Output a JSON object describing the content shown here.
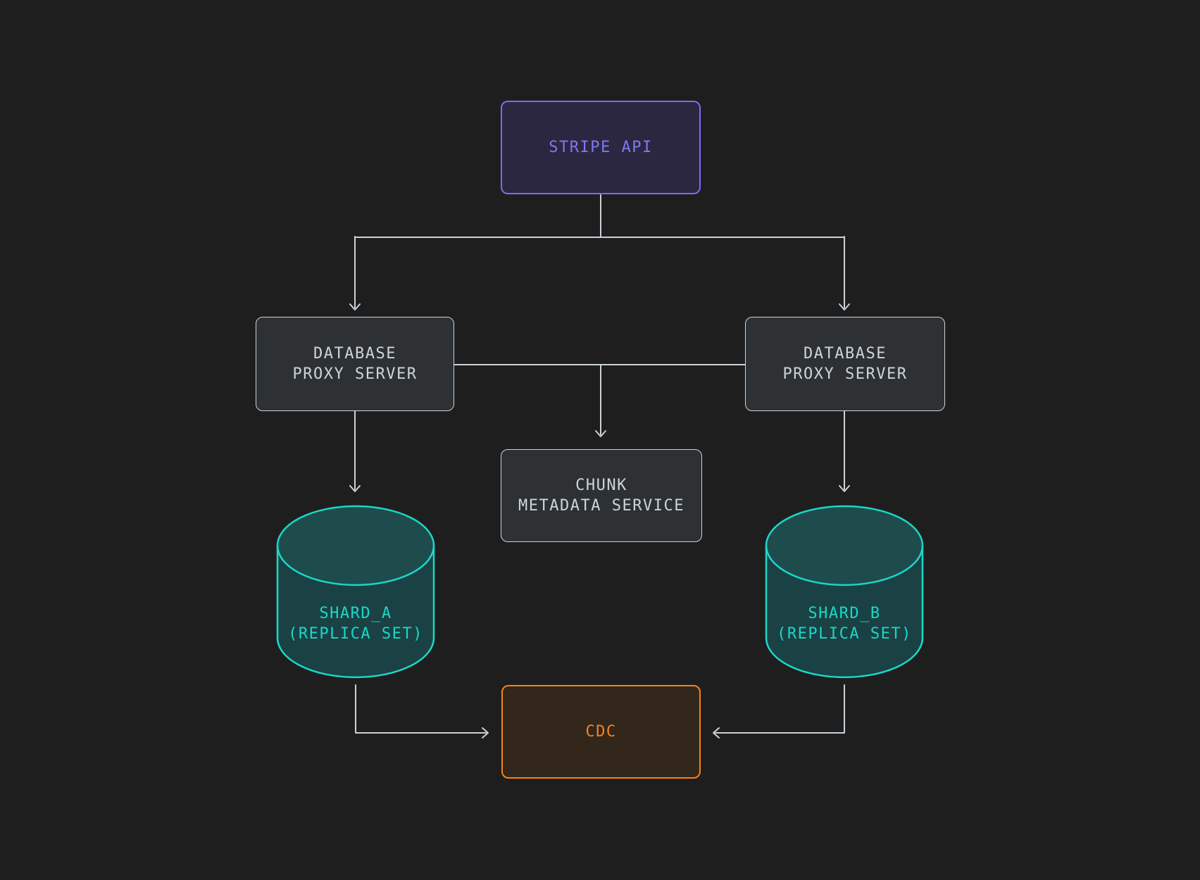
{
  "diagram": {
    "nodes": {
      "stripe_api": {
        "label": "STRIPE API"
      },
      "proxy_left": {
        "label": "DATABASE\nPROXY SERVER"
      },
      "proxy_right": {
        "label": "DATABASE\nPROXY SERVER"
      },
      "chunk_metadata": {
        "label": "CHUNK\nMETADATA SERVICE"
      },
      "shard_a": {
        "label": "SHARD_A\n(REPLICA SET)"
      },
      "shard_b": {
        "label": "SHARD_B\n(REPLICA SET)"
      },
      "cdc": {
        "label": "CDC"
      }
    },
    "edges": [
      {
        "from": "stripe_api",
        "to": "proxy_left"
      },
      {
        "from": "stripe_api",
        "to": "proxy_right"
      },
      {
        "from": "proxy_left",
        "to": "chunk_metadata"
      },
      {
        "from": "proxy_right",
        "to": "chunk_metadata"
      },
      {
        "from": "proxy_left",
        "to": "shard_a"
      },
      {
        "from": "proxy_right",
        "to": "shard_b"
      },
      {
        "from": "shard_a",
        "to": "cdc"
      },
      {
        "from": "shard_b",
        "to": "cdc"
      }
    ]
  },
  "colors": {
    "background": "#1f1e1e",
    "arrow": "#c9d2d9",
    "box-border": "#c9d3da",
    "box-fill": "#2d3134",
    "box-text": "#ccd5db",
    "purple-border": "#7a6df0",
    "purple-fill": "#2b2741",
    "purple-text": "#8177f0",
    "teal-stroke": "#1bd7c7",
    "teal-fill-top": "#1e4c4d",
    "teal-fill-body": "#1a4144",
    "orange-border": "#f5831d",
    "orange-fill": "#33261b",
    "orange-text": "#f5821e"
  }
}
